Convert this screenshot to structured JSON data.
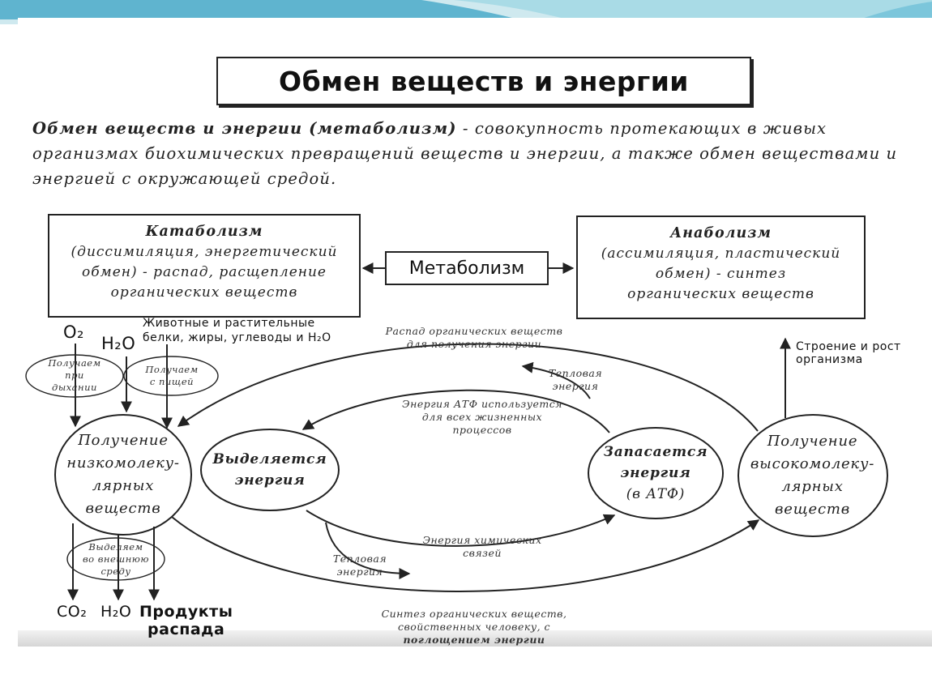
{
  "title": "Обмен веществ и энергии",
  "definition": {
    "term": "Обмен веществ и энергии (метаболизм)",
    "text": " - совокупность протекающих в живых организмах биохимических превращений веществ и энергии, а также обмен веществами и энергией с окружающей средой."
  },
  "catabolism": {
    "title": "Катаболизм",
    "line1": "(диссимиляция, энергетический",
    "line2": "обмен) - распад, расщепление",
    "line3": "органических веществ"
  },
  "anabolism": {
    "title": "Анаболизм",
    "line1": "(ассимиляция, пластический",
    "line2": "обмен) - синтез",
    "line3": "органических веществ"
  },
  "metabolism": "Метаболизм",
  "nodes": {
    "low": "Получение\nнизкомолеку-\nлярных\nвеществ",
    "release": "Выделяется\nэнергия",
    "store_1": "Запасается\nэнергия",
    "store_2": "(в АТФ)",
    "high": "Получение\nвысокомолеку-\nлярных\nвеществ"
  },
  "inputs": {
    "o2": "O₂",
    "h2o": "H₂O",
    "food": "Животные и растительные\nбелки, жиры, углеводы и H₂O",
    "breath": "Получаем\nпри\nдыхании",
    "food_src": "Получаем\nс пищей"
  },
  "outputs": {
    "co2": "CO₂",
    "h2o": "H₂O",
    "products": "Продукты\nраспада",
    "release_env": "Выделяем\nво внешнюю\nсреду"
  },
  "growth": "Строение и рост\nорганизма",
  "labels": {
    "decay": "Распад органических веществ\nдля получения энергии",
    "heat_top": "Тепловая\nэнергия",
    "atp_use": "Энергия АТФ используется\nдля всех жизненных\nпроцессов",
    "chem_bonds": "Энергия химических\nсвязей",
    "heat_bottom": "Тепловая\nэнергия",
    "synth_1": "Синтез органических веществ,\nсвойственных человеку, с",
    "synth_2": "поглощением энергии"
  }
}
